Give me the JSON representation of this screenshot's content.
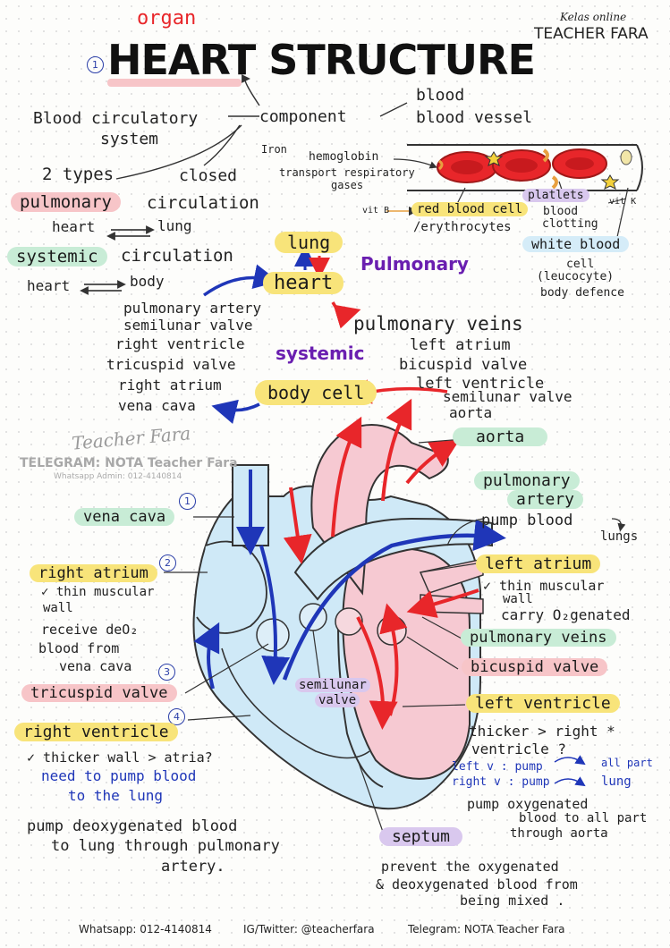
{
  "header": {
    "organ": "organ",
    "title": "HEART STRUCTURE",
    "number": "1",
    "brand_small": "Kelas online",
    "brand": "TEACHER FARA"
  },
  "circulatory": {
    "system": "Blood circulatory",
    "system2": "system",
    "component": "component",
    "blood": "blood",
    "vessel": "blood vessel",
    "types": "2 types",
    "closed": "closed",
    "pulmonary": "pulmonary",
    "circulation1": "circulation",
    "heart1": "heart",
    "lung1": "lung",
    "systemic": "systemic",
    "circulation2": "circulation",
    "heart2": "heart",
    "body": "body"
  },
  "blood_panel": {
    "iron": "Iron",
    "hemoglobin": "hemoglobin",
    "transport1": "transport respiratory",
    "transport2": "gases",
    "vitb": "vit B",
    "rbc": "red blood cell",
    "erythrocytes": "/erythrocytes",
    "platelets": "platlets",
    "clotting1": "blood",
    "clotting2": "clotting",
    "vitk": "vit K",
    "wbc": "white blood",
    "wbc2": "cell",
    "leucocyte": "(leucocyte)",
    "defence": "body defence"
  },
  "flow": {
    "lung": "lung",
    "heart": "heart",
    "pulmonary": "Pulmonary",
    "systemic": "systemic",
    "bodycell": "body cell",
    "left_list": [
      "pulmonary artery",
      "semilunar valve",
      "right ventricle",
      "tricuspid valve",
      "right atrium",
      "vena cava"
    ],
    "right_list": [
      "pulmonary veins",
      "left atrium",
      "bicuspid valve",
      "left ventricle",
      "semilunar valve",
      "aorta"
    ]
  },
  "watermark": {
    "sign": "Teacher Fara",
    "telegram": "TELEGRAM: NOTA Teacher Fara",
    "whatsapp": "Whatsapp Admin: 012-4140814"
  },
  "left_labels": {
    "n1": "1",
    "vena_cava": "vena cava",
    "n2": "2",
    "right_atrium": "right atrium",
    "ra_1": "✓ thin muscular",
    "ra_2": "wall",
    "ra_3": "receive deO₂",
    "ra_4": "blood from",
    "ra_5": "vena cava",
    "n3": "3",
    "tricuspid": "tricuspid valve",
    "n4": "4",
    "right_ventricle": "right  ventricle",
    "rv_1": "✓ thicker wall > atria?",
    "rv_2": "need to pump blood",
    "rv_3": "to the lung",
    "rv_4": "pump deoxygenated blood",
    "rv_5": "to lung through pulmonary",
    "rv_6": "artery."
  },
  "right_labels": {
    "aorta": "aorta",
    "pa1": "pulmonary",
    "pa2": "artery",
    "pump": "pump blood",
    "lungs": "lungs",
    "left_atrium": "left atrium",
    "la_1": "✓ thin muscular",
    "la_2": "wall",
    "la_3": "carry O₂genated",
    "pulm_veins": "pulmonary veins",
    "bicuspid": "bicuspid valve",
    "left_ventricle": "left ventricle",
    "lv_1": "thicker > right *",
    "lv_2": "ventricle ?",
    "lv_3": "left v : pump",
    "lv_3b": "all part",
    "lv_4": "right v : pump",
    "lv_4b": "lung",
    "lv_5": "pump oxygenated",
    "lv_6": "blood to all part",
    "lv_7": "through aorta",
    "semilunar1": "semilunar",
    "semilunar2": "valve",
    "septum": "septum",
    "sp_1": "prevent the oxygenated",
    "sp_2": "& deoxygenated blood from",
    "sp_3": "being mixed ."
  },
  "footer": {
    "whatsapp": "Whatsapp: 012-4140814",
    "ig": "IG/Twitter: @teacherfara",
    "telegram": "Telegram: NOTA Teacher Fara"
  },
  "colors": {
    "red": "#e8262a",
    "blue": "#1f36b8",
    "purple": "#6a1fb0",
    "pink": "#f7c5c8",
    "green": "#c8ecd6",
    "yellow": "#f8e47a",
    "heart_blue": "#cfe9f7",
    "heart_pink": "#f6c9d2"
  }
}
